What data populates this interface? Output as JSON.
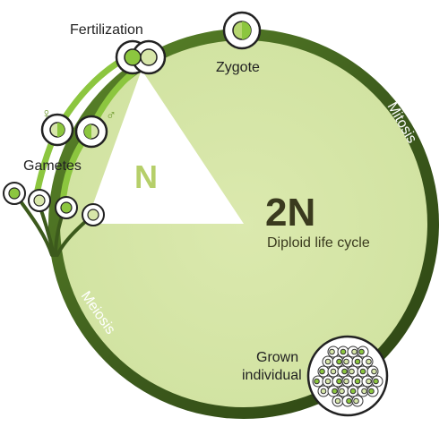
{
  "labels": {
    "fertilization": "Fertilization",
    "zygote": "Zygote",
    "mitosis": "Mitosis",
    "meiosis": "Meiosis",
    "gametes": "Gametes",
    "haploid": "N",
    "diploid": "2N",
    "diploid_caption": "Diploid life cycle",
    "grown_line1": "Grown",
    "grown_line2": "individual",
    "female_symbol": "♀",
    "male_symbol": "♂"
  },
  "colors": {
    "fill_light": "#d7e6a9",
    "ring_dark": "#3c5a1c",
    "ring_mid": "#6f9a2f",
    "haploid_green": "#8cc63f",
    "text_dark": "#3a3a1e",
    "haploid_text": "#b6cf6a"
  }
}
